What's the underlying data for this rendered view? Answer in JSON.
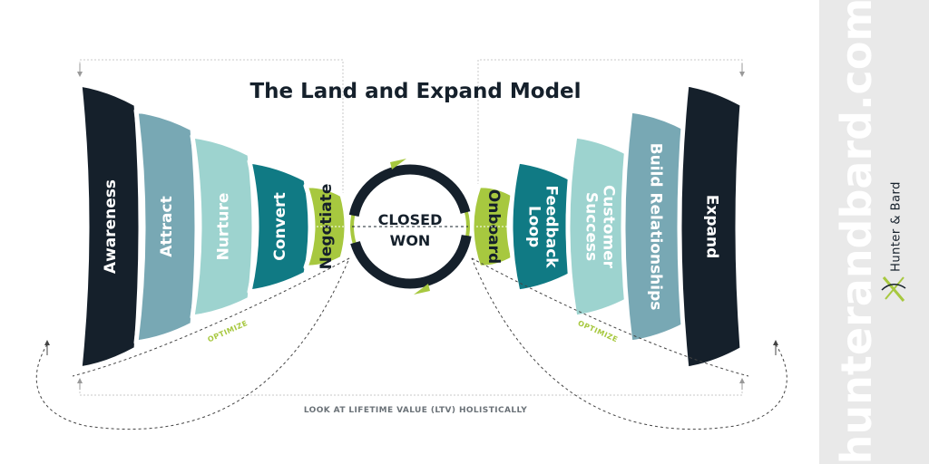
{
  "title": "The Land and Expand Model",
  "center": {
    "line1": "CLOSED",
    "line2": "WON"
  },
  "left_stages": [
    {
      "label": "Awareness",
      "color": "#15202b",
      "text_color": "#ffffff"
    },
    {
      "label": "Attract",
      "color": "#78a8b4",
      "text_color": "#ffffff"
    },
    {
      "label": "Nurture",
      "color": "#9dd3cf",
      "text_color": "#ffffff"
    },
    {
      "label": "Convert",
      "color": "#107a84",
      "text_color": "#ffffff"
    },
    {
      "label": "Negotiate",
      "color": "#a7c83f",
      "text_color": "#15202b"
    }
  ],
  "right_stages": [
    {
      "label": "Onboard",
      "color": "#a7c83f",
      "text_color": "#15202b"
    },
    {
      "label": "Feedback Loop",
      "line1": "Feedback",
      "line2": "Loop",
      "color": "#107a84",
      "text_color": "#ffffff"
    },
    {
      "label": "Customer Success",
      "line1": "Customer",
      "line2": "Success",
      "color": "#9dd3cf",
      "text_color": "#ffffff"
    },
    {
      "label": "Build Relationships",
      "color": "#78a8b4",
      "text_color": "#ffffff"
    },
    {
      "label": "Expand",
      "color": "#15202b",
      "text_color": "#ffffff"
    }
  ],
  "optimize_left": "OPTIMIZE",
  "optimize_right": "OPTIMIZE",
  "ltv_label": "LOOK AT LIFETIME VALUE (LTV) HOLISTICALLY",
  "sidebar": {
    "url": "hunterandbard.com",
    "brand": "Hunter & Bard",
    "background": "#e9e9e9"
  },
  "colors": {
    "accent": "#a7c83f",
    "dark": "#15202b"
  }
}
